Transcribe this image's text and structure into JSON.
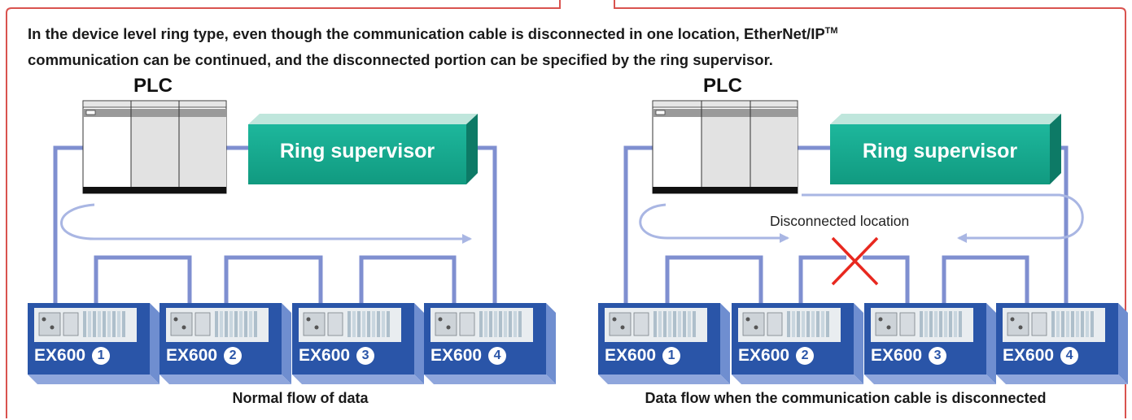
{
  "description": {
    "line1_prefix": "In the device level ring type, even though the communication cable is disconnected in one location, EtherNet/IP",
    "line1_sup": "TM",
    "line2": "communication can be continued, and the disconnected portion can be specified by the ring supervisor."
  },
  "left_panel": {
    "plc_label": "PLC",
    "supervisor_label": "Ring supervisor",
    "modules": [
      {
        "name": "EX600",
        "badge": "1"
      },
      {
        "name": "EX600",
        "badge": "2"
      },
      {
        "name": "EX600",
        "badge": "3"
      },
      {
        "name": "EX600",
        "badge": "4"
      }
    ],
    "caption": "Normal flow of data"
  },
  "right_panel": {
    "plc_label": "PLC",
    "supervisor_label": "Ring supervisor",
    "disconnect_label": "Disconnected location",
    "modules": [
      {
        "name": "EX600",
        "badge": "1"
      },
      {
        "name": "EX600",
        "badge": "2"
      },
      {
        "name": "EX600",
        "badge": "3"
      },
      {
        "name": "EX600",
        "badge": "4"
      }
    ],
    "caption": "Data flow when the communication cable is disconnected"
  },
  "colors": {
    "frame": "#d9534f",
    "cable": "#7f8fd0",
    "flow_arrow": "#a9b6e3",
    "supervisor": "#17a98f",
    "module": "#2a55a8",
    "cross": "#e8281f"
  }
}
